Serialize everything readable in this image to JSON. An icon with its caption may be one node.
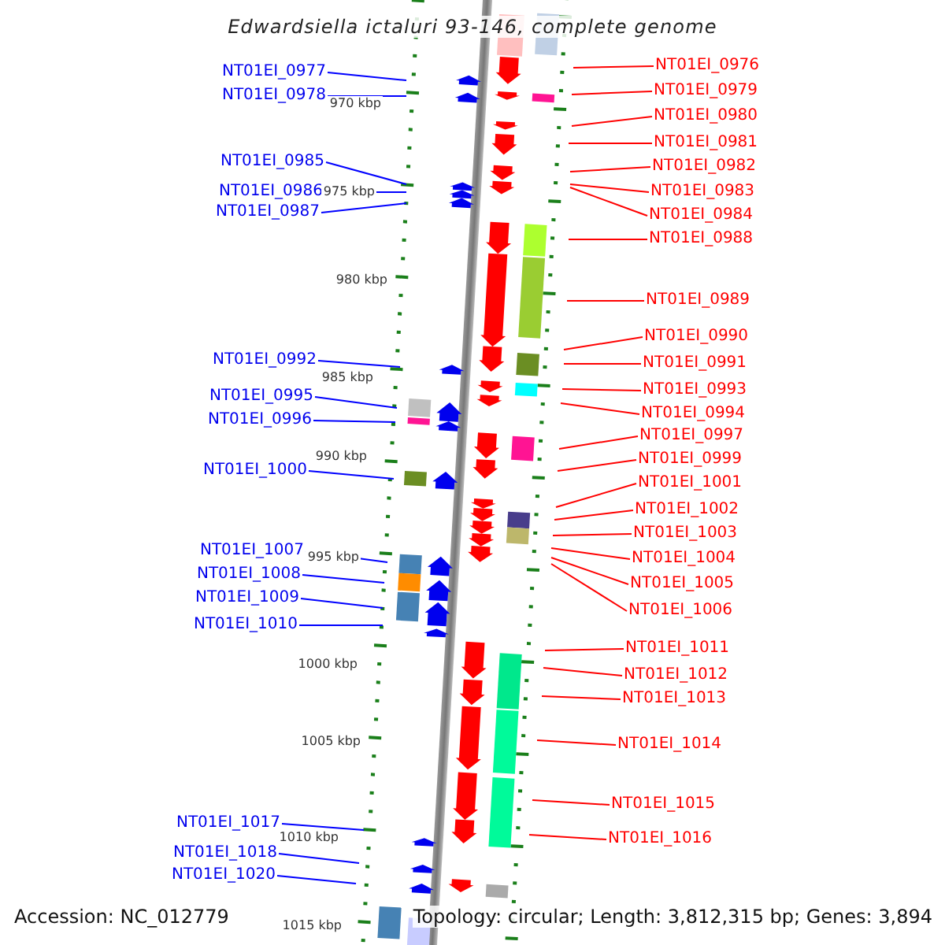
{
  "diagram": {
    "title": "Edwardsiella ictaluri 93-146, complete genome",
    "nodes": [
      {
        "text": [
          "NT01EI_0977"
        ]
      },
      {
        "text": [
          "NT01EI_0978"
        ]
      },
      {
        "text": [
          "NT01EI_0985"
        ]
      },
      {
        "text": [
          "NT01EI_0986"
        ]
      },
      {
        "text": [
          "NT01EI_0987"
        ]
      },
      {
        "text": [
          "NT01EI_0992"
        ]
      },
      {
        "text": [
          "NT01EI_0995"
        ]
      },
      {
        "text": [
          "NT01EI_0996"
        ]
      },
      {
        "text": [
          "NT01EI_1000"
        ]
      },
      {
        "text": [
          "NT01EI_1007"
        ]
      },
      {
        "text": [
          "NT01EI_1008"
        ]
      },
      {
        "text": [
          "NT01EI_1009"
        ]
      },
      {
        "text": [
          "NT01EI_1010"
        ]
      },
      {
        "text": [
          "NT01EI_1017"
        ]
      },
      {
        "text": [
          "NT01EI_1018"
        ]
      },
      {
        "text": [
          "NT01EI_1020"
        ]
      },
      {
        "text": [
          "NT01EI_0976"
        ]
      },
      {
        "text": [
          "NT01EI_0979"
        ]
      },
      {
        "text": [
          "NT01EI_0980"
        ]
      },
      {
        "text": [
          "NT01EI_0981"
        ]
      },
      {
        "text": [
          "NT01EI_0982"
        ]
      },
      {
        "text": [
          "NT01EI_0983"
        ]
      },
      {
        "text": [
          "NT01EI_0984"
        ]
      },
      {
        "text": [
          "NT01EI_0988"
        ]
      },
      {
        "text": [
          "NT01EI_0989"
        ]
      },
      {
        "text": [
          "NT01EI_0990"
        ]
      },
      {
        "text": [
          "NT01EI_0991"
        ]
      },
      {
        "text": [
          "NT01EI_0993"
        ]
      },
      {
        "text": [
          "NT01EI_0994"
        ]
      },
      {
        "text": [
          "NT01EI_0997"
        ]
      },
      {
        "text": [
          "NT01EI_0999"
        ]
      },
      {
        "text": [
          "NT01EI_1001"
        ]
      },
      {
        "text": [
          "NT01EI_1002"
        ]
      },
      {
        "text": [
          "NT01EI_1003"
        ]
      },
      {
        "text": [
          "NT01EI_1004"
        ]
      },
      {
        "text": [
          "NT01EI_1005"
        ]
      },
      {
        "text": [
          "NT01EI_1006"
        ]
      },
      {
        "text": [
          "NT01EI_1011"
        ]
      },
      {
        "text": [
          "NT01EI_1012"
        ]
      },
      {
        "text": [
          "NT01EI_1013"
        ]
      },
      {
        "text": [
          "NT01EI_1014"
        ]
      },
      {
        "text": [
          "NT01EI_1015"
        ]
      },
      {
        "text": [
          "NT01EI_1016"
        ]
      }
    ],
    "edges": [
      {
        "from": 0,
        "to": null,
        "arrow": "none",
        "color": "#0000ff"
      },
      {
        "from": 1,
        "to": null,
        "arrow": "none",
        "color": "#0000ff"
      },
      {
        "from": 2,
        "to": null,
        "arrow": "none",
        "color": "#0000ff"
      },
      {
        "from": 3,
        "to": null,
        "arrow": "none",
        "color": "#0000ff"
      },
      {
        "from": 4,
        "to": null,
        "arrow": "none",
        "color": "#0000ff"
      },
      {
        "from": 5,
        "to": null,
        "arrow": "none",
        "color": "#0000ff"
      },
      {
        "from": 6,
        "to": null,
        "arrow": "none",
        "color": "#0000ff"
      },
      {
        "from": 7,
        "to": null,
        "arrow": "none",
        "color": "#0000ff"
      },
      {
        "from": 8,
        "to": null,
        "arrow": "none",
        "color": "#0000ff"
      },
      {
        "from": 9,
        "to": null,
        "arrow": "none",
        "color": "#0000ff"
      },
      {
        "from": 10,
        "to": null,
        "arrow": "none",
        "color": "#0000ff"
      },
      {
        "from": 11,
        "to": null,
        "arrow": "none",
        "color": "#0000ff"
      },
      {
        "from": 12,
        "to": null,
        "arrow": "none",
        "color": "#0000ff"
      },
      {
        "from": 13,
        "to": null,
        "arrow": "none",
        "color": "#0000ff"
      },
      {
        "from": 14,
        "to": null,
        "arrow": "none",
        "color": "#0000ff"
      },
      {
        "from": 15,
        "to": null,
        "arrow": "none",
        "color": "#0000ff"
      },
      {
        "from": 16,
        "to": null,
        "arrow": "none"
      },
      {
        "from": 17,
        "to": null,
        "arrow": "none"
      },
      {
        "from": 18,
        "to": null,
        "arrow": "none"
      },
      {
        "from": 19,
        "to": null,
        "arrow": "none"
      },
      {
        "from": 20,
        "to": null,
        "arrow": "none"
      },
      {
        "from": 21,
        "to": null,
        "arrow": "none"
      },
      {
        "from": 22,
        "to": null,
        "arrow": "none"
      },
      {
        "from": 23,
        "to": null,
        "arrow": "none"
      },
      {
        "from": 24,
        "to": null,
        "arrow": "none"
      },
      {
        "from": 25,
        "to": null,
        "arrow": "none"
      },
      {
        "from": 26,
        "to": null,
        "arrow": "none"
      },
      {
        "from": 27,
        "to": null,
        "arrow": "none"
      },
      {
        "from": 28,
        "to": null,
        "arrow": "none"
      },
      {
        "from": 29,
        "to": null,
        "arrow": "none"
      },
      {
        "from": 30,
        "to": null,
        "arrow": "none"
      },
      {
        "from": 31,
        "to": null,
        "arrow": "none"
      },
      {
        "from": 32,
        "to": null,
        "arrow": "none"
      },
      {
        "from": 33,
        "to": null,
        "arrow": "none"
      },
      {
        "from": 34,
        "to": null,
        "arrow": "none"
      },
      {
        "from": 35,
        "to": null,
        "arrow": "none"
      },
      {
        "from": 36,
        "to": null,
        "arrow": "none"
      },
      {
        "from": 37,
        "to": null,
        "arrow": "none"
      },
      {
        "from": 38,
        "to": null,
        "arrow": "none"
      },
      {
        "from": 39,
        "to": null,
        "arrow": "none"
      },
      {
        "from": 40,
        "to": null,
        "arrow": "none"
      },
      {
        "from": 41,
        "to": null,
        "arrow": "none"
      },
      {
        "from": 42,
        "to": null,
        "arrow": "none"
      }
    ],
    "labels": [
      "970 kbp",
      "975 kbp",
      "980 kbp",
      "985 kbp",
      "990 kbp",
      "995 kbp",
      "1000 kbp",
      "1005 kbp",
      "1010 kbp",
      "1015 kbp",
      "Accession: NC_012779",
      "Topology: circular; Length: 3,812,315 bp; Genes: 3,894"
    ]
  }
}
